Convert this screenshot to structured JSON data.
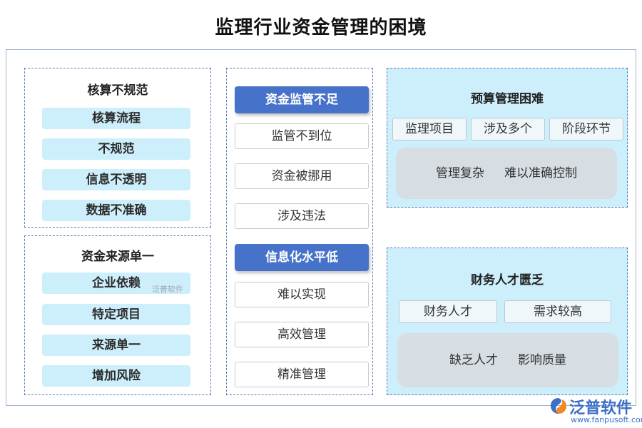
{
  "title": "监理行业资金管理的困境",
  "left_top": {
    "title": "核算不规范",
    "items": [
      "核算流程",
      "不规范",
      "信息不透明",
      "数据不准确"
    ]
  },
  "left_bottom": {
    "title": "资金来源单一",
    "items": [
      "企业依赖",
      "特定项目",
      "来源单一",
      "增加风险"
    ]
  },
  "middle": {
    "group1": {
      "header": "资金监管不足",
      "items": [
        "监管不到位",
        "资金被挪用",
        "涉及违法"
      ]
    },
    "group2": {
      "header": "信息化水平低",
      "items": [
        "难以实现",
        "高效管理",
        "精准管理"
      ]
    }
  },
  "right_top": {
    "title": "预算管理困难",
    "tags": [
      "监理项目",
      "涉及多个",
      "阶段环节"
    ],
    "notes": [
      "管理复杂",
      "难以准确控制"
    ]
  },
  "right_bottom": {
    "title": "财务人才匮乏",
    "tags": [
      "财务人才",
      "需求较高"
    ],
    "notes": [
      "缺乏人才",
      "影响质量"
    ]
  },
  "watermark": "泛普软件",
  "logo": {
    "name": "泛普软件",
    "url": "www.fanpusoft.com"
  },
  "colors": {
    "accent": "#4673c9",
    "pill": "#cdeffb",
    "grey": "#d6dde3"
  }
}
